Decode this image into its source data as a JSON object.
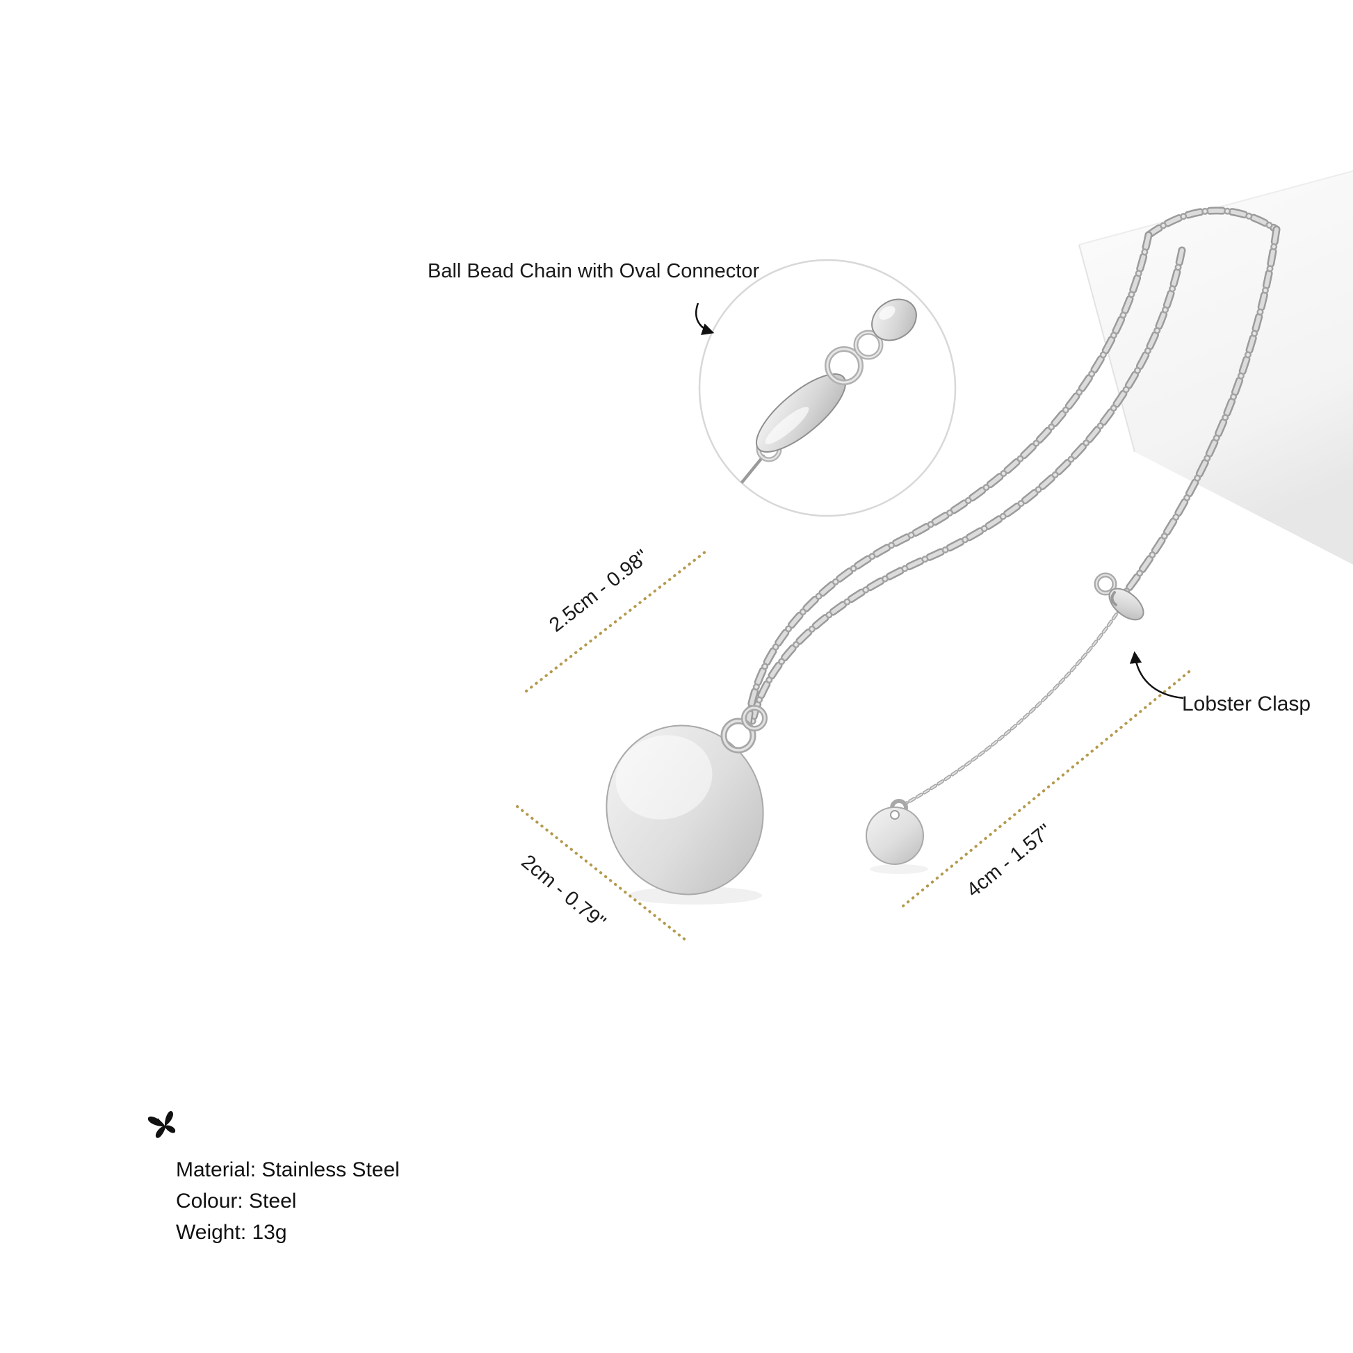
{
  "product": {
    "inset_label": "Ball Bead Chain with Oval Connector",
    "clasp_label": "Lobster Clasp",
    "dimensions": {
      "pendant_width": "2.5cm - 0.98\"",
      "pendant_height": "2cm - 0.79\"",
      "extension_length": "4cm - 1.57\""
    },
    "specs": {
      "material": "Material: Stainless Steel",
      "colour": "Colour: Steel",
      "weight": "Weight: 13g"
    }
  },
  "icons": {
    "logo": "butterfly-icon"
  },
  "colors": {
    "measure_line": "#b49a4e",
    "text": "#1a1a1a",
    "silver_light": "#e8e8e8",
    "silver_mid": "#c0c0c0",
    "silver_dark": "#9a9a9a",
    "background": "#ffffff"
  }
}
